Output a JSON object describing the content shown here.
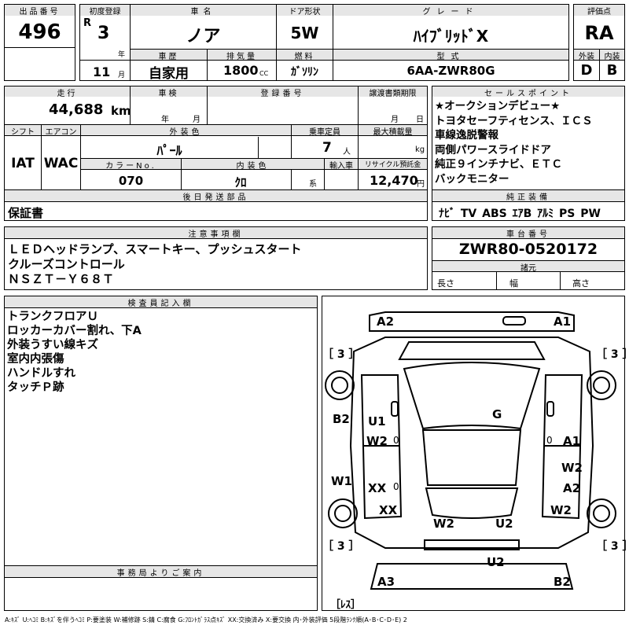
{
  "sheet": {
    "lot": {
      "header": "出品番号",
      "value": "496"
    },
    "first_reg": {
      "header": "初度登録",
      "era": "R",
      "year": "3",
      "year_unit": "年",
      "month": "11",
      "month_unit": "月"
    },
    "car_name": {
      "header": "車名",
      "value": "ノア"
    },
    "history": {
      "header": "車歴",
      "value": "自家用"
    },
    "displacement": {
      "header": "排気量",
      "value": "1800",
      "unit": "CC"
    },
    "doors": {
      "header": "ドア形状",
      "value": "5W"
    },
    "fuel": {
      "header": "燃料",
      "value": "ｶﾞｿﾘﾝ"
    },
    "grade": {
      "header": "グレード",
      "value": "ﾊｲﾌﾞﾘｯﾄﾞX"
    },
    "model_code": {
      "header": "型式",
      "value": "6AA-ZWR80G"
    },
    "rating": {
      "header": "評価点",
      "value": "RA",
      "exterior_header": "外装",
      "exterior": "D",
      "interior_header": "内装",
      "interior": "B"
    },
    "mileage": {
      "header": "走行",
      "value": "44,688",
      "unit": "km"
    },
    "inspection": {
      "header": "車検",
      "year_unit": "年",
      "month_unit": "月"
    },
    "registration": {
      "header": "登録番号"
    },
    "transfer_deadline": {
      "header": "譲渡書類期限",
      "month_unit": "月",
      "day_unit": "日"
    },
    "shift": {
      "header": "シフト",
      "value": "IAT"
    },
    "aircon": {
      "header": "エアコン",
      "value": "WAC"
    },
    "ext_color": {
      "header": "外装色",
      "value": "ﾊﾟｰﾙ"
    },
    "capacity": {
      "header": "乗車定員",
      "value": "7",
      "unit": "人"
    },
    "max_load": {
      "header": "最大積載量",
      "unit": "kg"
    },
    "color_no": {
      "header": "カラーNo.",
      "value": "070"
    },
    "int_color": {
      "header": "内装色",
      "value": "ｸﾛ",
      "unit": "系"
    },
    "import": {
      "header": "輸入車"
    },
    "recycle": {
      "header": "リサイクル預託金",
      "value": "12,470",
      "unit": "円"
    },
    "later_parts": {
      "header": "後日発送部品",
      "value": "保証書"
    },
    "sales_points": {
      "header": "セールスポイント",
      "lines": [
        "★オークションデビュー★",
        "トヨタセーフティセンス、ＩＣＳ",
        "車線逸脱警報",
        "両側パワースライドドア",
        "純正９インチナビ、ＥＴＣ",
        "バックモニター"
      ]
    },
    "genuine_equipment": {
      "header": "純正装備",
      "items": [
        "ﾅﾋﾞ",
        "TV",
        "ABS",
        "ｴｱB",
        "ｱﾙﾐ",
        "PS",
        "PW"
      ]
    },
    "notes": {
      "header": "注意事項欄",
      "lines": [
        "ＬＥＤヘッドランプ、スマートキー、プッシュスタート",
        "クルーズコントロール",
        "ＮＳＺＴ－Ｙ６８Ｔ"
      ]
    },
    "chassis": {
      "header": "車台番号",
      "value": "ZWR80-0520172"
    },
    "specs": {
      "header": "諸元",
      "length": "長さ",
      "width": "幅",
      "height": "高さ"
    },
    "inspector": {
      "header": "検査員記入欄",
      "lines": [
        "トランクフロアＵ",
        "ロッカーカバー割れ、下A",
        "外装うすい線キズ",
        "室内内張傷",
        "ハンドルすれ",
        "タッチＰ跡"
      ]
    },
    "office": {
      "header": "事務局よりご案内"
    }
  },
  "diagram": {
    "marks": {
      "a2_top": "A2",
      "a1_top": "A1",
      "g": "G",
      "b2_left": "B2",
      "u1": "U1",
      "w2_left": "W2",
      "a1_right": "A1",
      "w2_right": "W2",
      "a2_right": "A2",
      "w1_left": "W1",
      "xx_left": "XX",
      "xx_wheel": "XX",
      "w2_wheel": "W2",
      "w2_rear": "W2",
      "u2_rear": "U2",
      "u2_bumper": "U2",
      "a3": "A3",
      "b2_rear": "B2"
    },
    "tire_tl": "［ 3 ］",
    "tire_tr": "［ 3 ］",
    "tire_bl": "［ 3 ］",
    "tire_br": "［ 3 ］",
    "spare": "［ﾚｽ］",
    "zero_marks": [
      "0",
      "0",
      "0"
    ]
  },
  "legend": "A:ｷｽﾞ U:ﾍｺﾐ B:ｷｽﾞを伴うﾍｺﾐ P:要塗装 W:補修跡 S:錆 C:腐食 G:ﾌﾛﾝﾄｶﾞﾗｽ点ｷｽﾞ XX:交換済み X:要交換 内･外装評価 5段階ﾗﾝｸ順(A･B･C･D･E) 2"
}
